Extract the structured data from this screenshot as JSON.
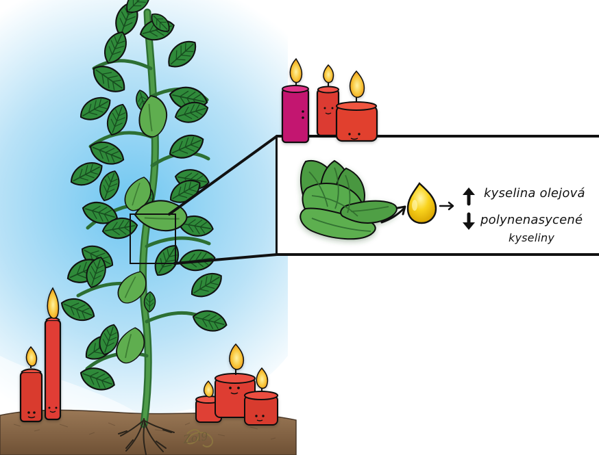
{
  "labels": {
    "oleic_acid": "kyselina olejová",
    "polyunsaturated_line1": "polynenasycené",
    "polyunsaturated_line2": "kyseliny"
  },
  "signature": "Zol9",
  "colors": {
    "sky_blue": "#86c7ee",
    "leaf_green": "#2f8a3a",
    "leaf_dark": "#1d5a27",
    "pod_green": "#56a34a",
    "candle_red": "#d93b2f",
    "candle_magenta": "#c11a71",
    "flame_yellow": "#f7c93b",
    "oil_yellow": "#f5c400",
    "soil_brown": "#8a6845"
  },
  "icons": {
    "up_arrow": "up-arrow-icon",
    "down_arrow": "down-arrow-icon",
    "right_arrow": "right-arrow-icon",
    "oil_drop": "oil-drop-icon"
  }
}
